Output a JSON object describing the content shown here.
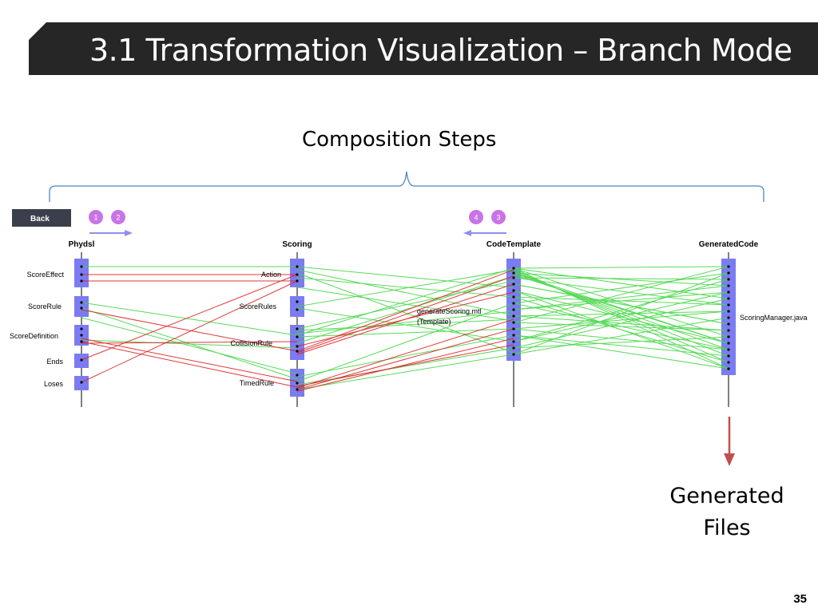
{
  "slide": {
    "title": "3.1 Transformation Visualization – Branch Mode",
    "page_number": "35"
  },
  "annotations": {
    "composition_steps": "Composition Steps",
    "generated_files_line1": "Generated",
    "generated_files_line2": "Files"
  },
  "toolbar": {
    "back_label": "Back",
    "step_badges": [
      "1",
      "2",
      "4",
      "3"
    ]
  },
  "columns": [
    {
      "id": "physl",
      "header": "Phydsl",
      "items": [
        "ScoreEffect",
        "ScoreRule",
        "ScoreDefinition",
        "Ends",
        "Loses"
      ]
    },
    {
      "id": "scoring",
      "header": "Scoring",
      "items": [
        "Action",
        "ScoreRules",
        "CollisionRule",
        "TimedRule"
      ]
    },
    {
      "id": "codetemplate",
      "header": "CodeTemplate",
      "items": [
        "generateScoring.mtl",
        "(Template)"
      ]
    },
    {
      "id": "generatedcode",
      "header": "GeneratedCode",
      "items": [
        "ScoringManager.java"
      ]
    }
  ],
  "colors": {
    "title_bar": "#262626",
    "node_block": "#7b7bf2",
    "trace_green": "#46d646",
    "trace_red": "#dd2222",
    "brace": "#4a86c8",
    "arrow_down": "#c0504d",
    "badge": "#c873e6",
    "nav_arrow": "#8f8ff0"
  }
}
